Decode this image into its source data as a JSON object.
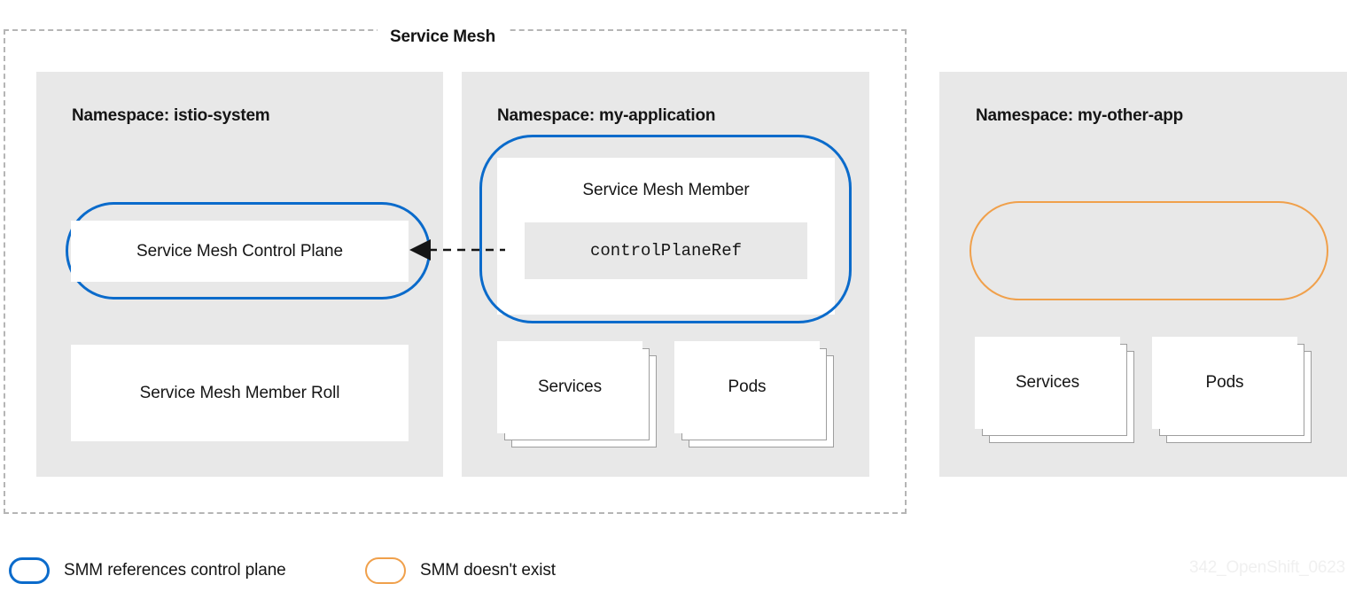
{
  "diagram": {
    "title": "Service Mesh",
    "watermark": "342_OpenShift_0623"
  },
  "namespaces": [
    {
      "id": "istio-system",
      "title": "Namespace: istio-system",
      "items": [
        {
          "name": "Service Mesh Control Plane",
          "outline": "blue"
        },
        {
          "name": "Service Mesh Member Roll",
          "outline": "none"
        }
      ]
    },
    {
      "id": "my-application",
      "title": "Namespace: my-application",
      "items": [
        {
          "name": "Service Mesh Member",
          "outline": "blue",
          "field": "controlPlaneRef"
        },
        {
          "name": "Services",
          "outline": "stack"
        },
        {
          "name": "Pods",
          "outline": "stack"
        }
      ]
    },
    {
      "id": "my-other-app",
      "title": "Namespace:  my-other-app",
      "items": [
        {
          "name": "",
          "outline": "orange"
        },
        {
          "name": "Services",
          "outline": "stack"
        },
        {
          "name": "Pods",
          "outline": "stack"
        }
      ]
    }
  ],
  "boxes": {
    "smcp_label": "Service Mesh Control Plane",
    "smmr_label": "Service Mesh Member Roll",
    "smm_label": "Service Mesh Member",
    "smm_field": "controlPlaneRef",
    "services_label": "Services",
    "pods_label": "Pods"
  },
  "connector": {
    "from": "Service Mesh Member",
    "to": "Service Mesh Control Plane",
    "style": "dashed-arrow-left"
  },
  "legend": [
    {
      "swatch": "blue",
      "label": "SMM references control plane"
    },
    {
      "swatch": "orange",
      "label": "SMM doesn't exist"
    }
  ],
  "colors": {
    "blue": "#0b6bcb",
    "orange": "#f0a04b",
    "panel_gray": "#e8e8e8",
    "boundary_gray": "#b5b5b5",
    "card_border": "#9e9e9e",
    "text": "#151515",
    "watermark": "#f0f0f0"
  }
}
